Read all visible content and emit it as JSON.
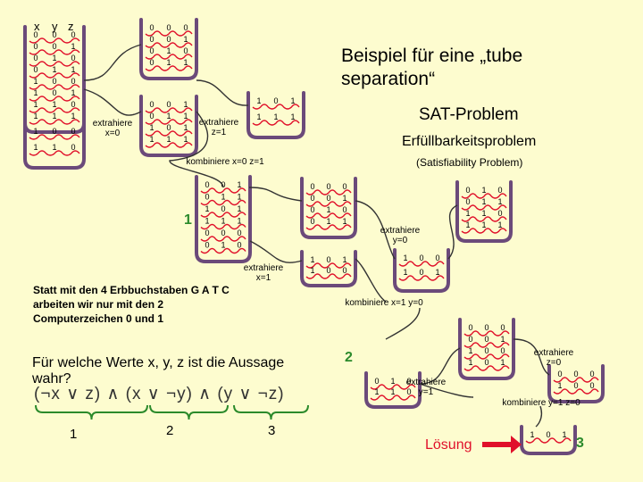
{
  "title": "Beispiel für eine „tube separation“",
  "subtitle": "SAT-Problem",
  "subtitle2": "Erfüllbarkeitsproblem",
  "subtitle3": "(Satisfiability Problem)",
  "header": {
    "x": "x",
    "y": "y",
    "z": "z"
  },
  "steps": {
    "extract_x0": "extrahiere x=0",
    "extract_z1": "extrahiere z=1",
    "combine_x0_z1": "kombiniere x=0 z=1",
    "extract_y0": "extrahiere y=0",
    "extract_x1": "extrahiere x=1",
    "combine_x1_y0": "kombiniere x=1 y=0",
    "extract_z0": "extrahiere z=0",
    "extract_y1": "extrahiere y=1",
    "combine_y1_z0": "kombiniere y=1 z=0"
  },
  "stage_numbers": {
    "one": "1",
    "two": "2",
    "three": "3"
  },
  "note": "Statt mit den 4 Erbbuchstaben G A T C arbeiten wir nur mit den 2 Computerzeichen 0 und 1",
  "question": "Für welche Werte x, y, z ist die Aussage wahr?",
  "formula": "(¬x ∨ z) ∧ (x ∨ ¬y) ∧ (y ∨ ¬z)",
  "clause_numbers": [
    "1",
    "2",
    "3"
  ],
  "solution_label": "Lösung",
  "tubes": {
    "t1": [
      "000",
      "001",
      "010",
      "011",
      "100",
      "101",
      "110",
      "111"
    ],
    "t2": [
      "000",
      "001",
      "010",
      "011"
    ],
    "t3": [
      "101",
      "111"
    ],
    "t4": [
      "001",
      "011",
      "101",
      "111"
    ],
    "t5": [
      "100",
      "110"
    ],
    "t6": [
      "001",
      "011",
      "101",
      "111",
      "000",
      "010"
    ],
    "t7": [
      "000",
      "001",
      "010",
      "011"
    ],
    "t8": [
      "101",
      "100"
    ],
    "t9": [
      "100",
      "101"
    ],
    "t10": [
      "010",
      "011",
      "110",
      "111"
    ],
    "t11": [
      "000",
      "001",
      "100",
      "101"
    ],
    "t12": [
      "010",
      "110"
    ],
    "t13": [
      "000",
      "100"
    ],
    "t14": [
      "101"
    ]
  },
  "colors": {
    "background": "#fdfccf",
    "tube": "#6b4a7a",
    "dna": "#e0102a",
    "green": "#2b8a2b"
  }
}
